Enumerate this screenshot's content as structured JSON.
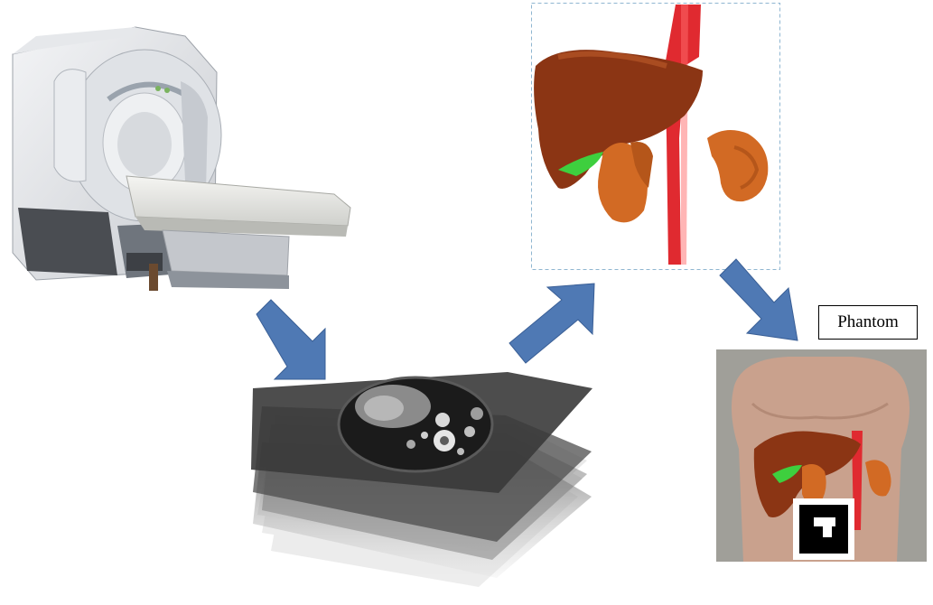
{
  "figure": {
    "phantom_label": "Phantom"
  },
  "colors": {
    "arrow": "#4f79b4",
    "liver": "#8b3514",
    "kidney": "#d26a24",
    "vessel": "#e02a30",
    "gallbladder": "#3ecf3e",
    "skin": "#c9a18d"
  },
  "icons": [
    "mri-scanner-image",
    "ct-slice-stack-image",
    "organ-model-image",
    "phantom-photo-image",
    "flow-arrow"
  ]
}
